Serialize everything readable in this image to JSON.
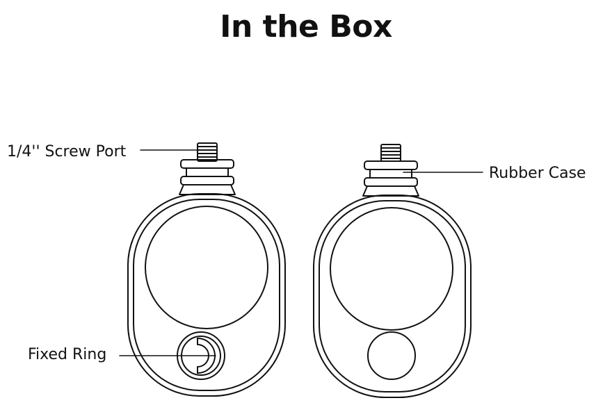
{
  "title": "In the Box",
  "labels": {
    "screw_port": "1/4'' Screw Port",
    "rubber_case": "Rubber Case",
    "fixed_ring": "Fixed Ring"
  },
  "colors": {
    "line": "#111111",
    "background": "#ffffff"
  }
}
